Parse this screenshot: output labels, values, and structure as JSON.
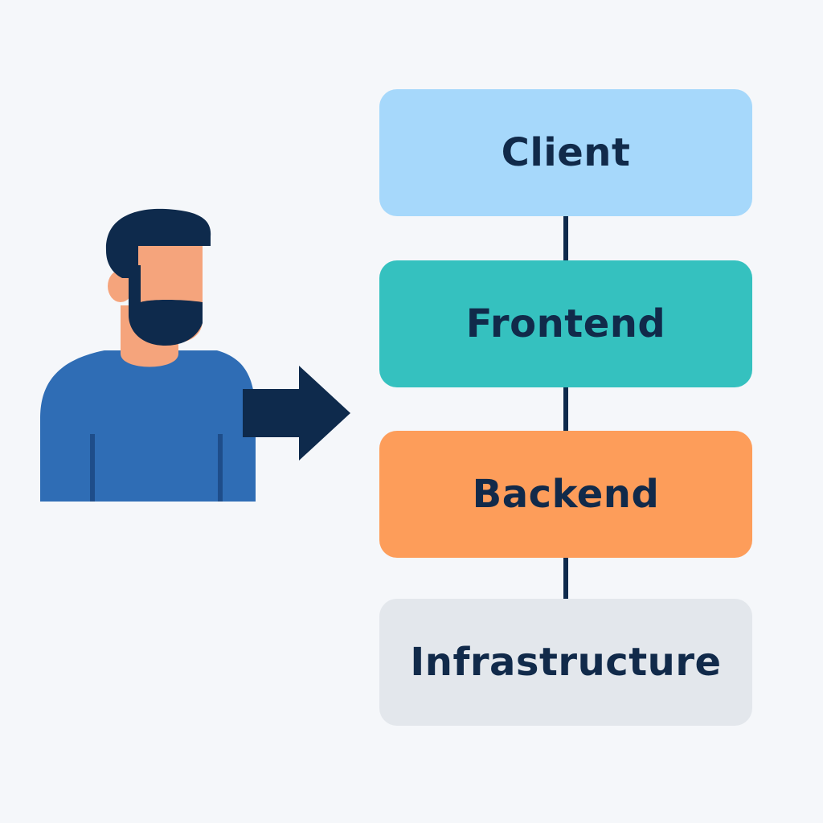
{
  "colors": {
    "background": "#f5f7fa",
    "text": "#112a4a",
    "connector": "#0e2a4c",
    "arrow": "#0e2a4c",
    "person_hair": "#0e2a4c",
    "person_skin": "#f5a47c",
    "person_shirt": "#2f6db5",
    "person_shirt_seam": "#1e4d8a"
  },
  "stack": [
    {
      "id": "client",
      "label": "Client",
      "color": "#a6d8fb"
    },
    {
      "id": "frontend",
      "label": "Frontend",
      "color": "#35c1bf"
    },
    {
      "id": "backend",
      "label": "Backend",
      "color": "#fd9d5a"
    },
    {
      "id": "infrastructure",
      "label": "Infrastructure",
      "color": "#e3e7ec"
    }
  ],
  "icons": {
    "person": "person-icon",
    "arrow": "arrow-right-icon"
  }
}
